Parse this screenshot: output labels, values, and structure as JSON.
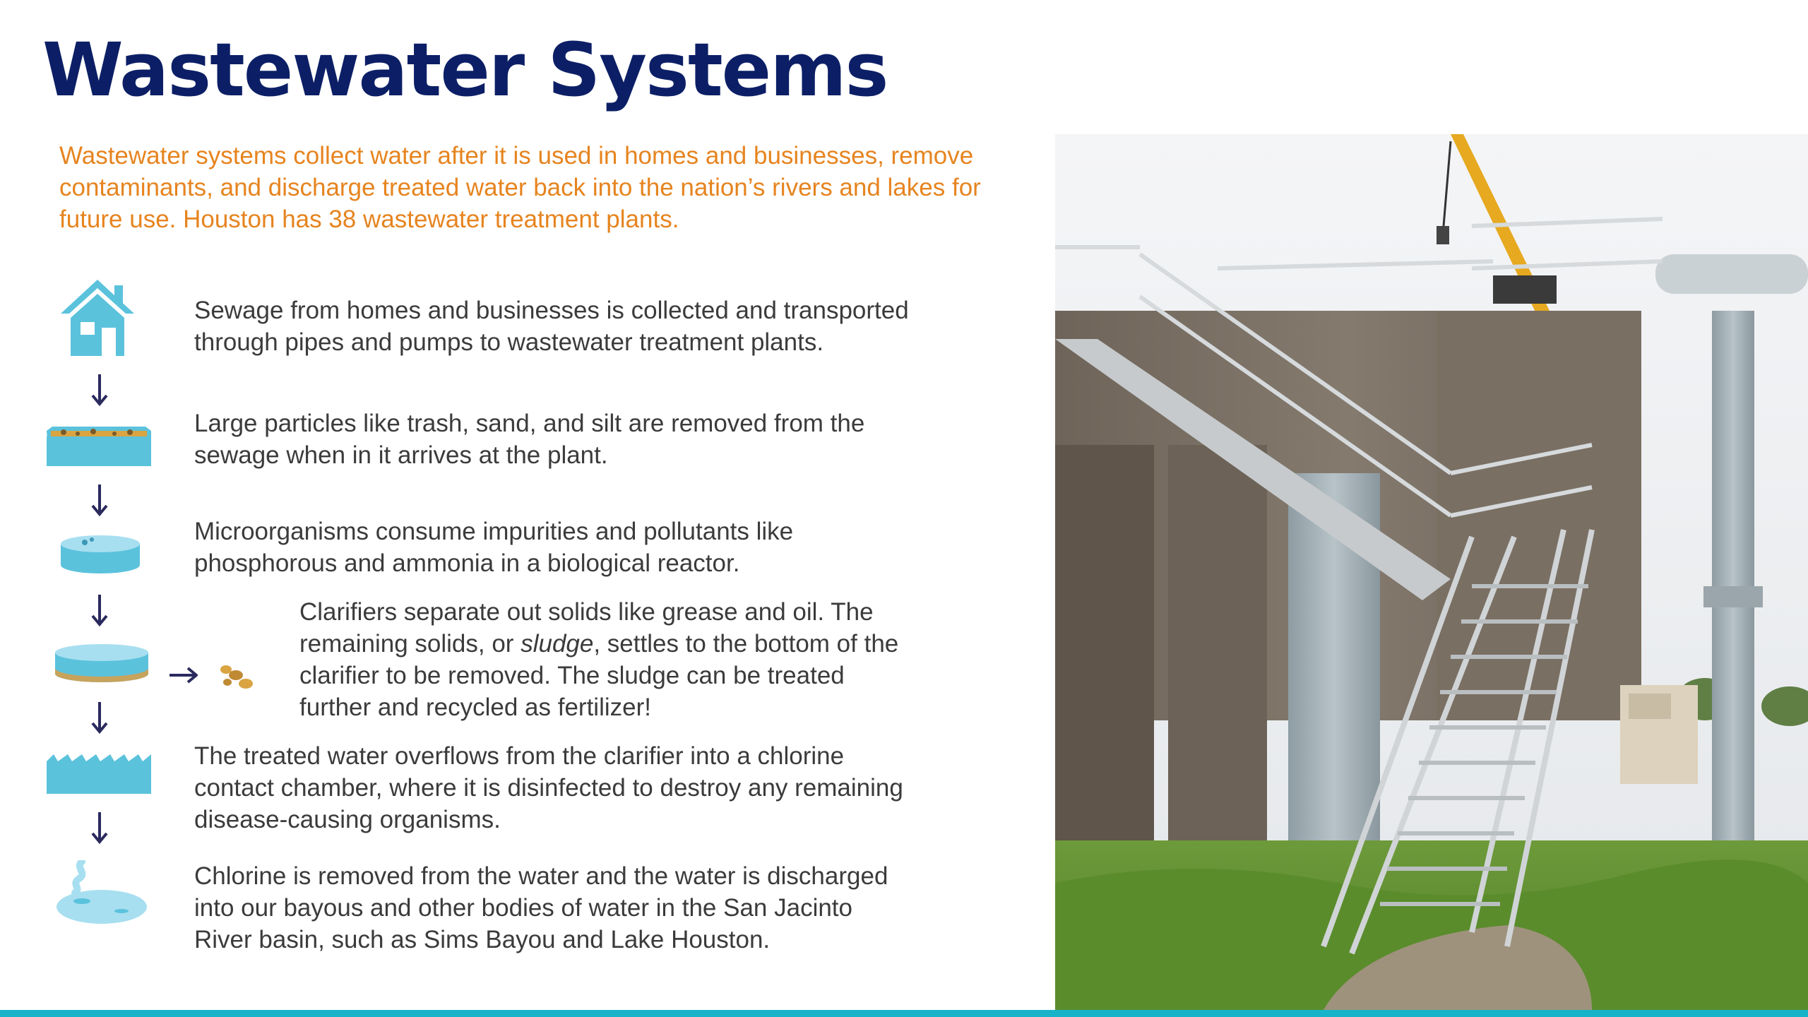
{
  "slide": {
    "title": "Wastewater Systems",
    "intro": "Wastewater systems collect water after it is used in homes and businesses, remove contaminants, and discharge treated water back into the nation’s rivers and lakes for future use. Houston has 38 wastewater treatment plants.",
    "accent_color": "#e6841f",
    "title_color": "#0c1f66",
    "icon_color": "#5bc2dc",
    "arrow_color": "#2a2a5e"
  },
  "steps": [
    {
      "icon": "house-icon",
      "lines": [
        "Sewage from homes and businesses is collected and transported",
        "through pipes and pumps to wastewater treatment plants."
      ]
    },
    {
      "icon": "screening-tank-icon",
      "lines": [
        "Large particles like trash, sand, and silt are removed from the",
        "sewage when in it arrives at the plant."
      ]
    },
    {
      "icon": "bioreactor-icon",
      "lines": [
        "Microorganisms consume impurities and pollutants like",
        "phosphorous and ammonia in a biological reactor."
      ]
    },
    {
      "icon": "clarifier-icon",
      "line1": "Clarifiers separate out solids like grease and oil. The",
      "line2_pre": "remaining solids, or ",
      "line2_em": "sludge",
      "line2_post": ", settles to the bottom of the",
      "line3": "clarifier to be removed. The sludge can be treated",
      "line4": "further and recycled as fertilizer!"
    },
    {
      "icon": "chlorine-chamber-icon",
      "lines": [
        "The treated water overflows from the clarifier into a chlorine",
        "contact chamber, where it is disinfected to destroy any remaining",
        "disease-causing organisms."
      ]
    },
    {
      "icon": "river-icon",
      "lines": [
        "Chlorine is removed from the water and the water is discharged",
        "into our bayous and other bodies of water in the San Jacinto",
        "River basin, such as Sims Bayou and Lake Houston."
      ]
    }
  ]
}
